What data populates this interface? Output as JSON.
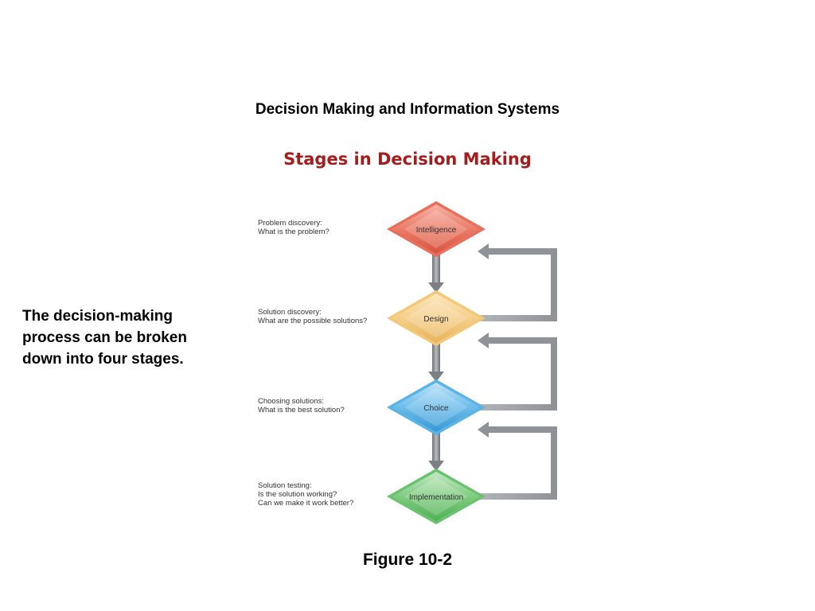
{
  "title": "Decision Making and Information Systems",
  "subtitle": "Stages in Decision Making",
  "caption": "The decision-making process can be broken down into four stages.",
  "figure_label": "Figure 10-2",
  "stages": [
    {
      "name": "Intelligence",
      "desc": [
        "Problem discovery:",
        "What is the problem?"
      ],
      "color": "#e8705a"
    },
    {
      "name": "Design",
      "desc": [
        "Solution discovery:",
        "What are the possible solutions?"
      ],
      "color": "#f3c879"
    },
    {
      "name": "Choice",
      "desc": [
        "Choosing solutions:",
        "What is the best solution?"
      ],
      "color": "#5ab4e6"
    },
    {
      "name": "Implementation",
      "desc": [
        "Solution testing:",
        "Is the solution working?",
        "Can we make it work better?"
      ],
      "color": "#6cc36f"
    }
  ],
  "arrow_color": "#8f9398"
}
